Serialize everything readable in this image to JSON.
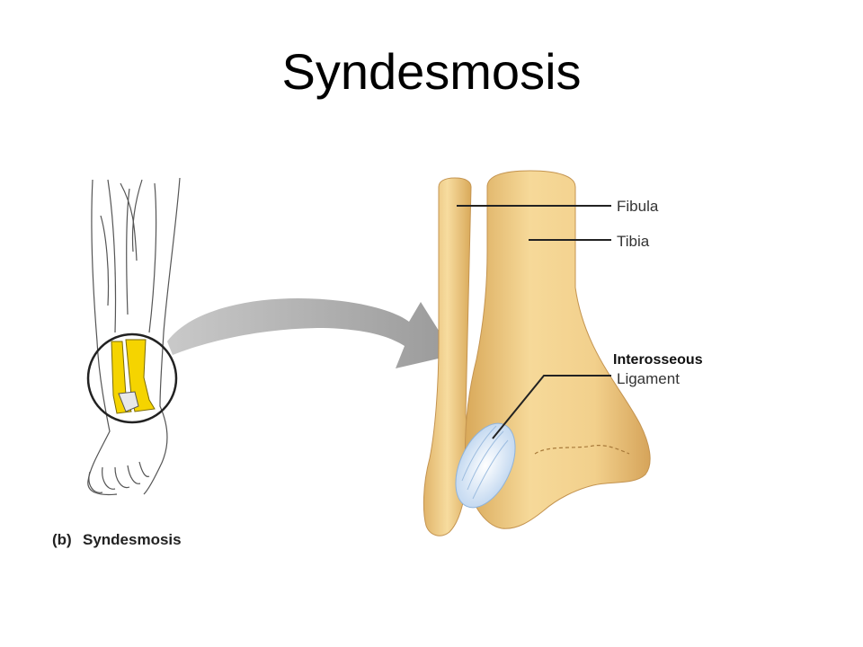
{
  "slide": {
    "title": "Syndesmosis"
  },
  "labels": {
    "fibula": "Fibula",
    "tibia": "Tibia",
    "interosseous": "Interosseous",
    "ligament": "Ligament"
  },
  "caption": {
    "part": "(b)",
    "text": "Syndesmosis"
  },
  "colors": {
    "bone": "#f2d08c",
    "bone_shadow": "#d9a95a",
    "highlight_yellow": "#f5d400",
    "ligament": "#dbe8f7",
    "arrow": "#a0a0a0"
  }
}
